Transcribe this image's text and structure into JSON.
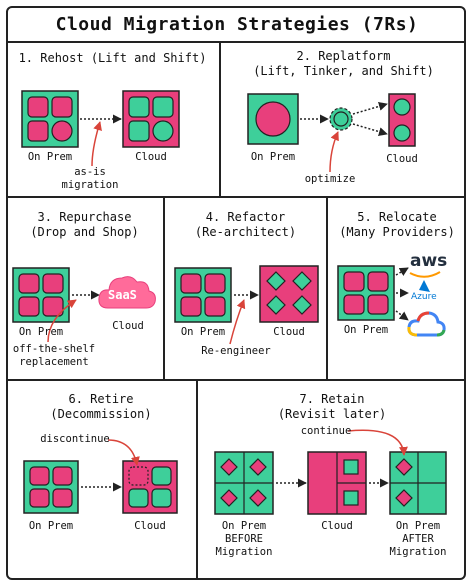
{
  "title": "Cloud Migration Strategies (7Rs)",
  "colors": {
    "teal": "#3ecf9a",
    "pink": "#e83f7c",
    "dark": "#222222",
    "red_arrow": "#d9443a",
    "aws": "#232f3e",
    "azure": "#0078d4"
  },
  "sections": {
    "rehost": {
      "title": "1. Rehost (Lift and Shift)",
      "left": "On Prem",
      "right": "Cloud",
      "note_line1": "as-is",
      "note_line2": "migration"
    },
    "replatform": {
      "title_line1": "2. Replatform",
      "title_line2": "(Lift, Tinker, and Shift)",
      "left": "On Prem",
      "right": "Cloud",
      "note": "optimize"
    },
    "repurchase": {
      "title_line1": "3. Repurchase",
      "title_line2": "(Drop and Shop)",
      "left": "On Prem",
      "right": "Cloud",
      "saas": "SaaS",
      "note_line1": "off-the-shelf",
      "note_line2": "replacement"
    },
    "refactor": {
      "title_line1": "4. Refactor",
      "title_line2": "(Re-architect)",
      "left": "On Prem",
      "right": "Cloud",
      "note": "Re-engineer"
    },
    "relocate": {
      "title_line1": "5. Relocate",
      "title_line2": "(Many Providers)",
      "left": "On Prem",
      "aws": "aws",
      "azure": "Azure",
      "gcp_icon": "google-cloud-icon"
    },
    "retire": {
      "title_line1": "6. Retire",
      "title_line2": "(Decommission)",
      "left": "On Prem",
      "right": "Cloud",
      "note": "discontinue"
    },
    "retain": {
      "title_line1": "7. Retain",
      "title_line2": "(Revisit later)",
      "note": "continue",
      "left_line1": "On Prem",
      "left_line2": "BEFORE",
      "left_line3": "Migration",
      "middle": "Cloud",
      "right_line1": "On Prem",
      "right_line2": "AFTER",
      "right_line3": "Migration"
    }
  }
}
